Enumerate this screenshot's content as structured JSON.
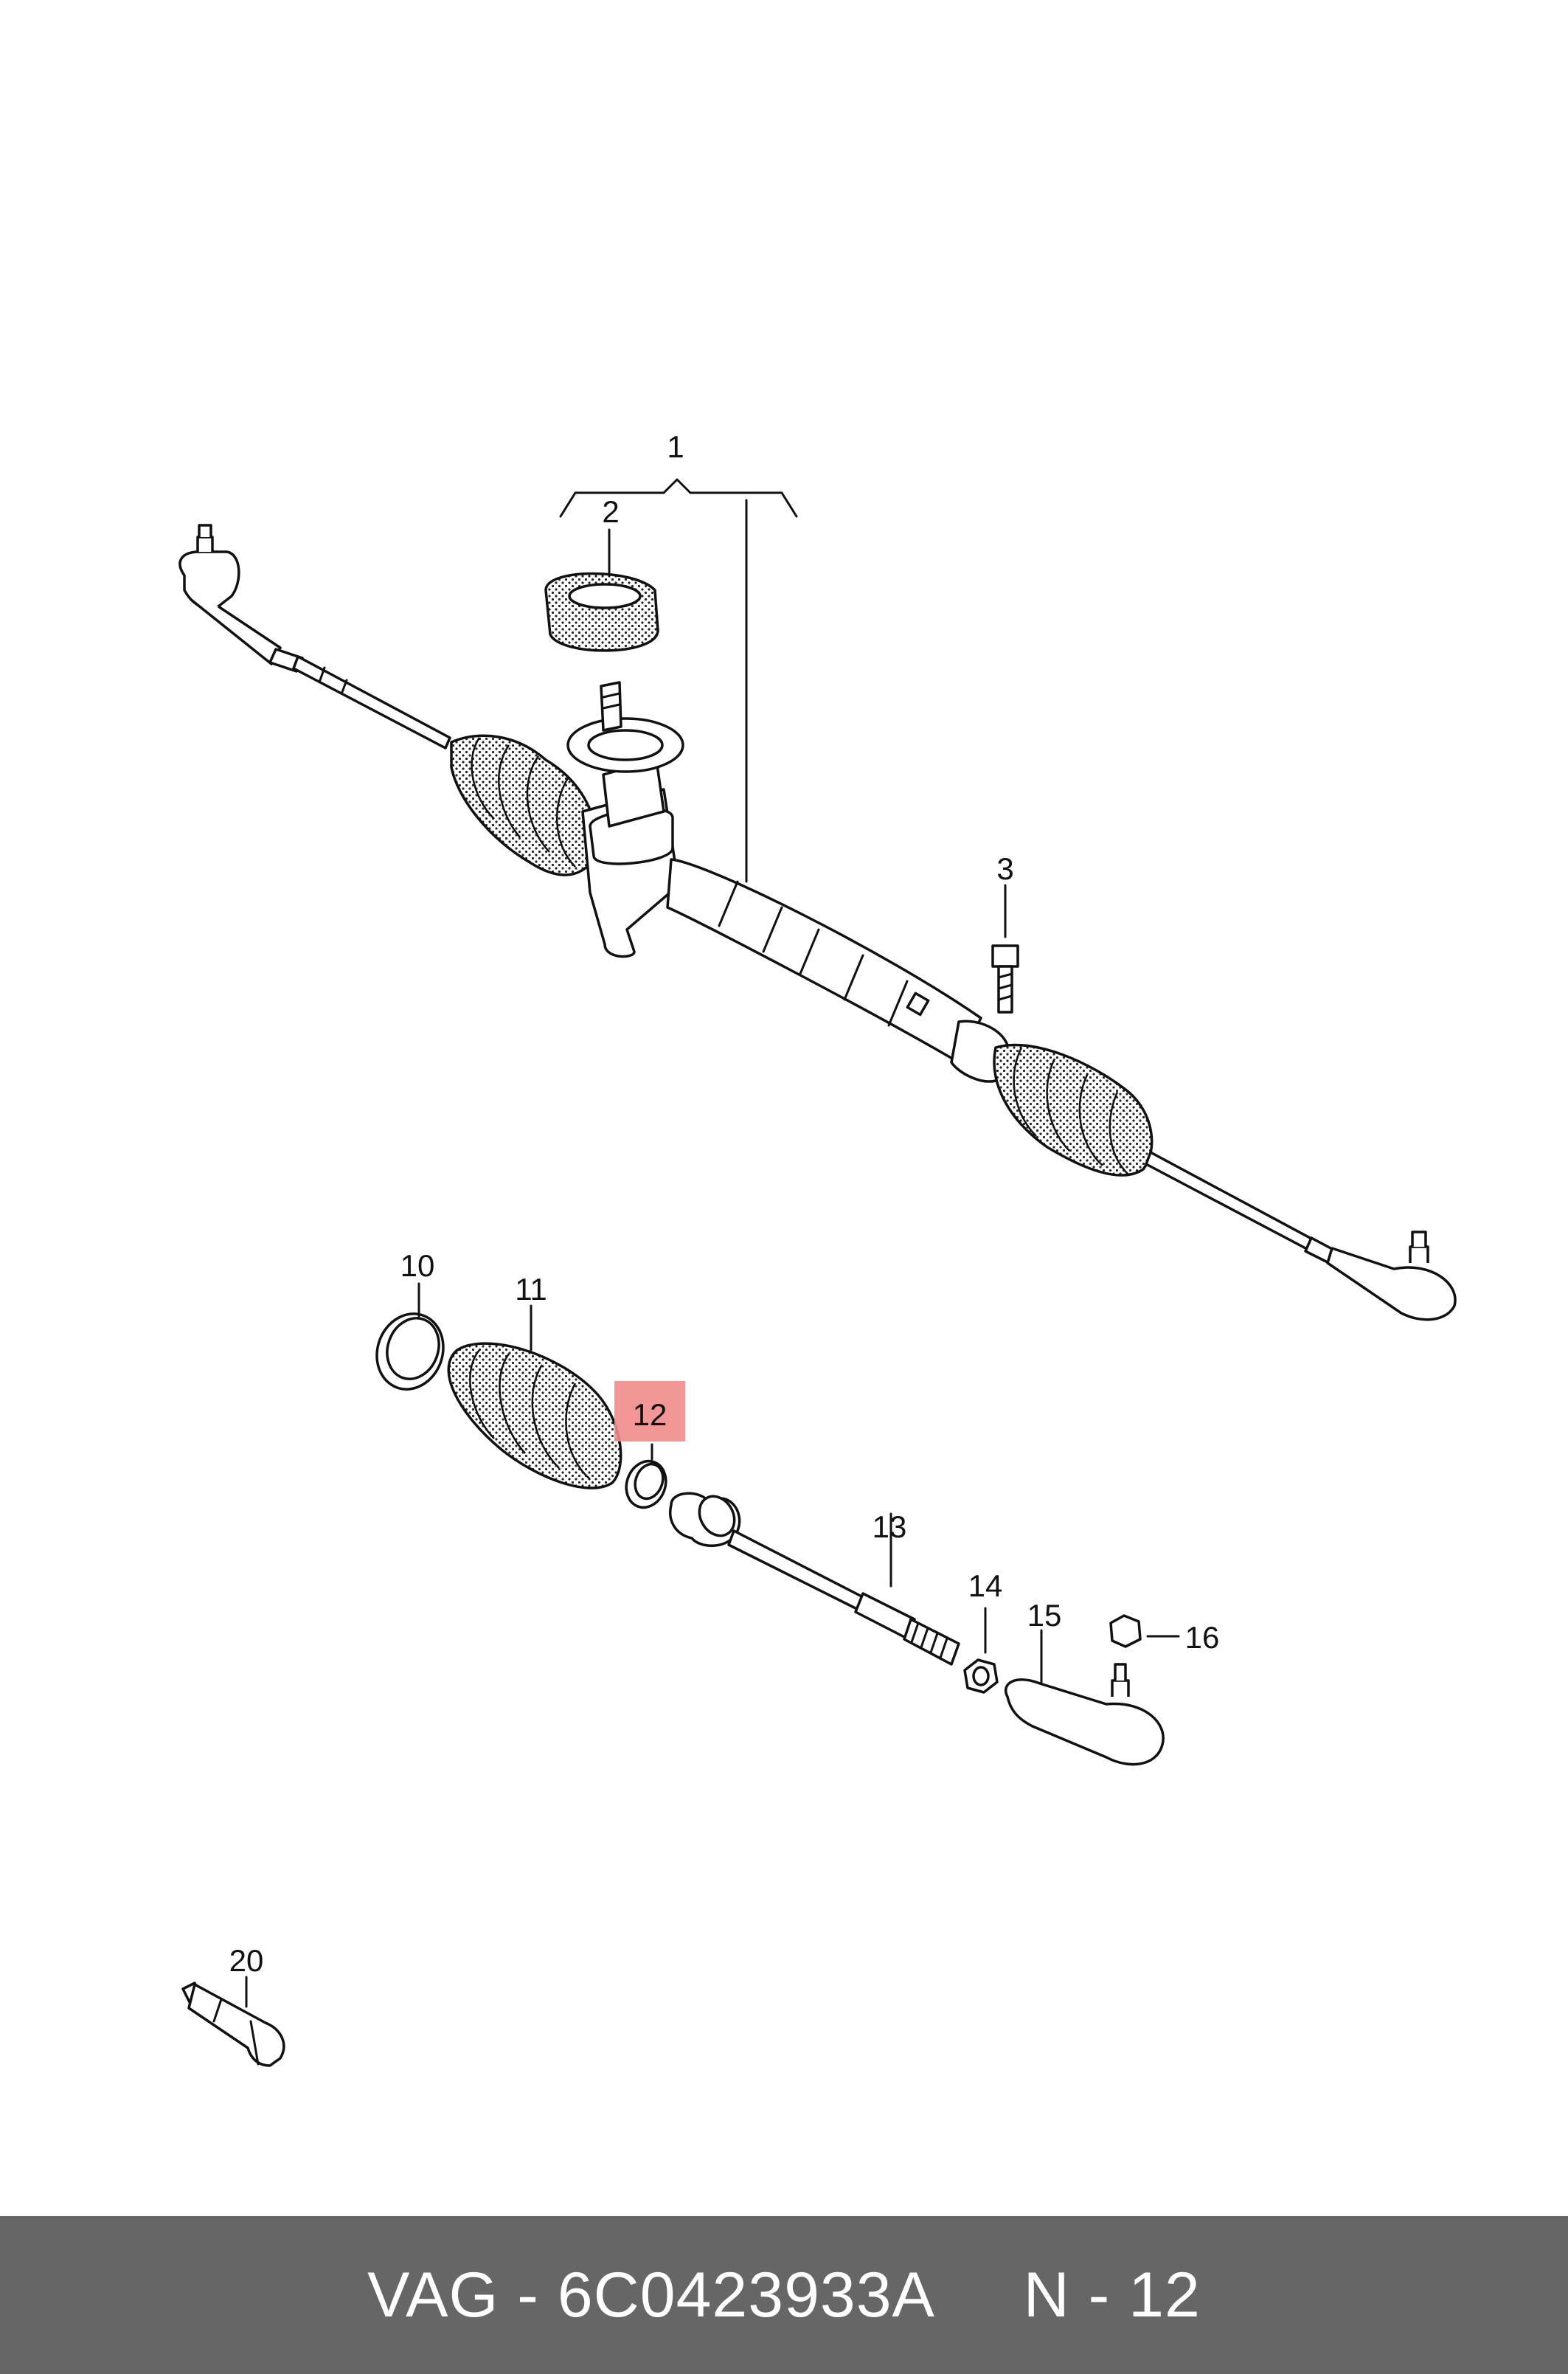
{
  "callouts": {
    "c1": "1",
    "c2": "2",
    "c3": "3",
    "c10": "10",
    "c11": "11",
    "c12": "12",
    "c13": "13",
    "c14": "14",
    "c15": "15",
    "c16": "16",
    "c20": "20"
  },
  "highlight_color": "#f28b8b",
  "footer": {
    "brand": "VAG",
    "part_number": "6C0423933A",
    "position": "N - 12",
    "background": "#666666"
  }
}
